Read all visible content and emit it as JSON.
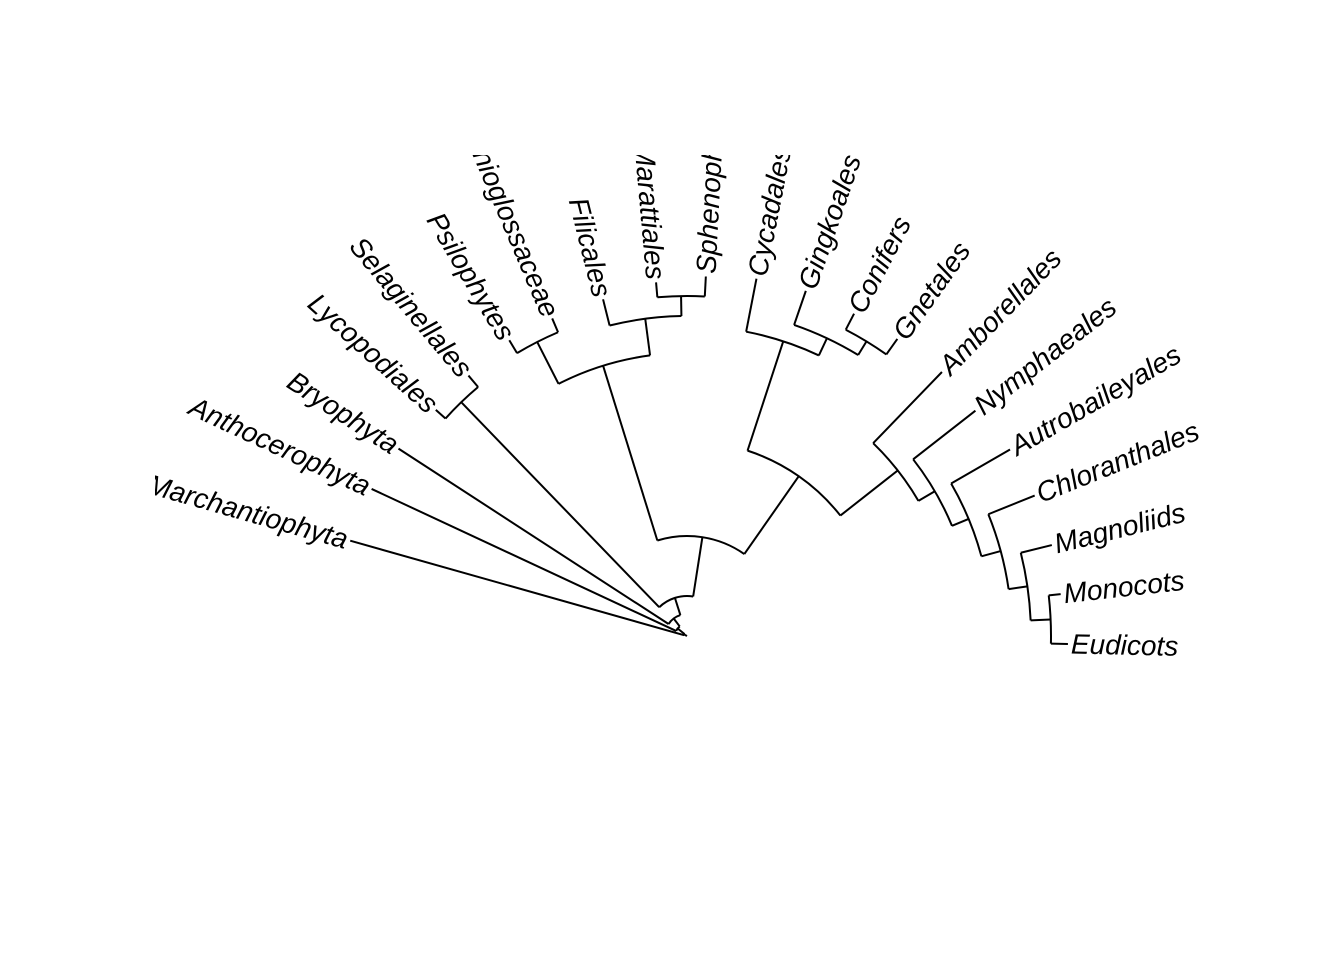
{
  "tree": {
    "type": "fan phylogeny",
    "line_color": "#000000",
    "tips": [
      "Marchantiophyta",
      "Anthocerophyta",
      "Bryophyta",
      "Lycopodiales",
      "Selaginellales",
      "Psilophytes",
      "Ophioglossaceae",
      "Filicales",
      "Marattiales",
      "Sphenophytes",
      "Cycadales",
      "Gingkoales",
      "Conifers",
      "Gnetales",
      "Amborellales",
      "Nymphaeales",
      "Autrobaileyales",
      "Chloranthales",
      "Magnoliids",
      "Monocots",
      "Eudicots"
    ]
  }
}
